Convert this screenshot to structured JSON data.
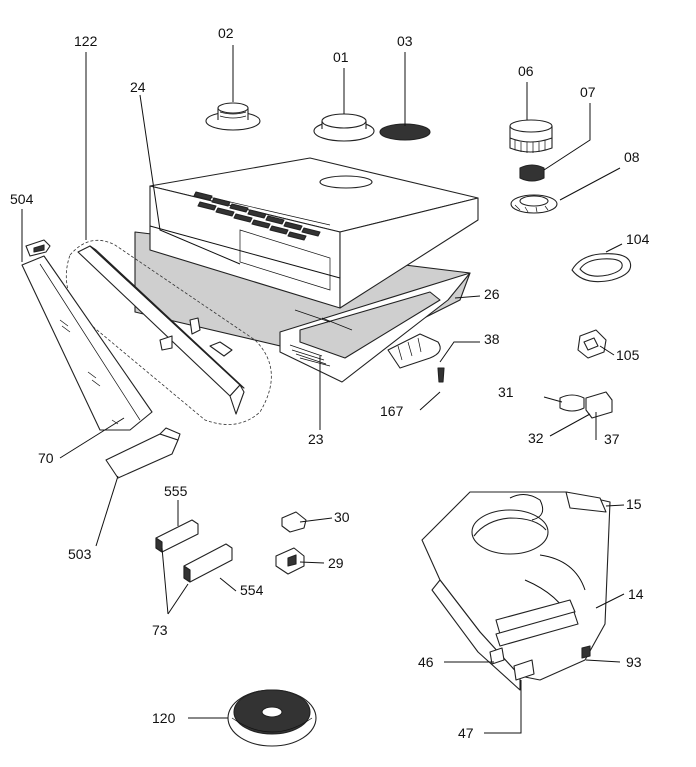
{
  "labels": {
    "l01": "01",
    "l02": "02",
    "l03": "03",
    "l06": "06",
    "l07": "07",
    "l08": "08",
    "l104": "104",
    "l105": "105",
    "l122": "122",
    "l24": "24",
    "l504": "504",
    "l26": "26",
    "l38": "38",
    "l167": "167",
    "l23": "23",
    "l31": "31",
    "l32": "32",
    "l37": "37",
    "l70": "70",
    "l503": "503",
    "l555": "555",
    "l30": "30",
    "l29": "29",
    "l554": "554",
    "l73": "73",
    "l15": "15",
    "l14": "14",
    "l93": "93",
    "l46": "46",
    "l47": "47",
    "l120": "120"
  }
}
